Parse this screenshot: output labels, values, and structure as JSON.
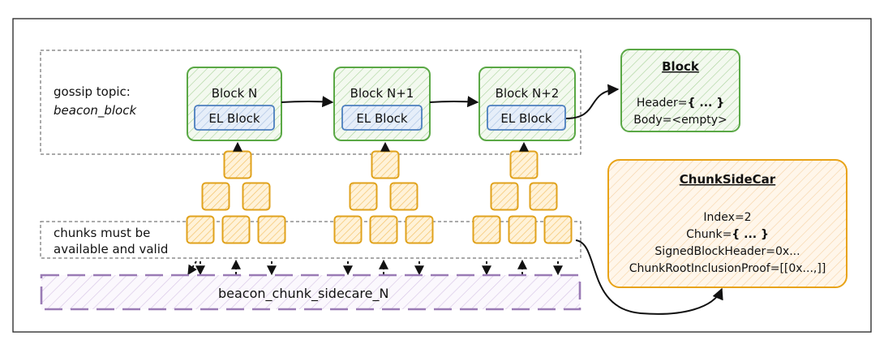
{
  "gossip": {
    "label_line1": "gossip topic:",
    "label_line2": "beacon_block"
  },
  "chunks_region": {
    "label_line1": "chunks must be",
    "label_line2": "available and valid"
  },
  "blocks": [
    {
      "title": "Block N",
      "el_label": "EL Block"
    },
    {
      "title": "Block N+1",
      "el_label": "EL Block"
    },
    {
      "title": "Block N+2",
      "el_label": "EL Block"
    }
  ],
  "block_detail": {
    "title": "Block",
    "header_prefix": "Header=",
    "header_value": "{ ... }",
    "body": "Body=<empty>"
  },
  "sidecar_detail": {
    "title": "ChunkSideCar",
    "index": "Index=2",
    "chunk_prefix": "Chunk=",
    "chunk_value": "{ ... }",
    "signed_header": "SignedBlockHeader=0x...",
    "inclusion_proof": "ChunkRootInclusionProof=[[0x...,]]"
  },
  "sidecar_topic": {
    "label": "beacon_chunk_sidecare_N"
  },
  "colors": {
    "block_fill": "#eef6e8",
    "block_stroke": "#5aa845",
    "el_fill": "#dbe8f7",
    "el_stroke": "#4c7fbf",
    "chunk_fill": "#fde7be",
    "chunk_stroke": "#e0a21c",
    "sidecar_fill": "#fdeedd",
    "sidecar_stroke": "#e8a317",
    "topic_stroke": "#9a7bb5"
  }
}
